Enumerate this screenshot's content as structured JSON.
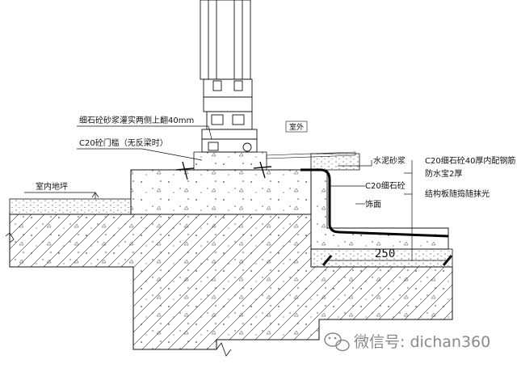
{
  "labels": {
    "slurry_note": "细石砼砂浆灌实两侧上翻40mm",
    "sill_note": "C20砼门槛（无反梁时）",
    "outdoor": "室外",
    "indoor_floor": "室内地坪",
    "cement_mortar": "水泥砂浆",
    "c20_fine": "C20细石砼",
    "finish": "饰面",
    "topping": "C20细石砼40厚内配钢筋",
    "waterproof": "防水宝2厚",
    "slab_finish": "结构板随捣随抹光"
  },
  "dimension": "250",
  "watermark": "微信号: dichan360",
  "watermark_icon": "wechat-icon"
}
